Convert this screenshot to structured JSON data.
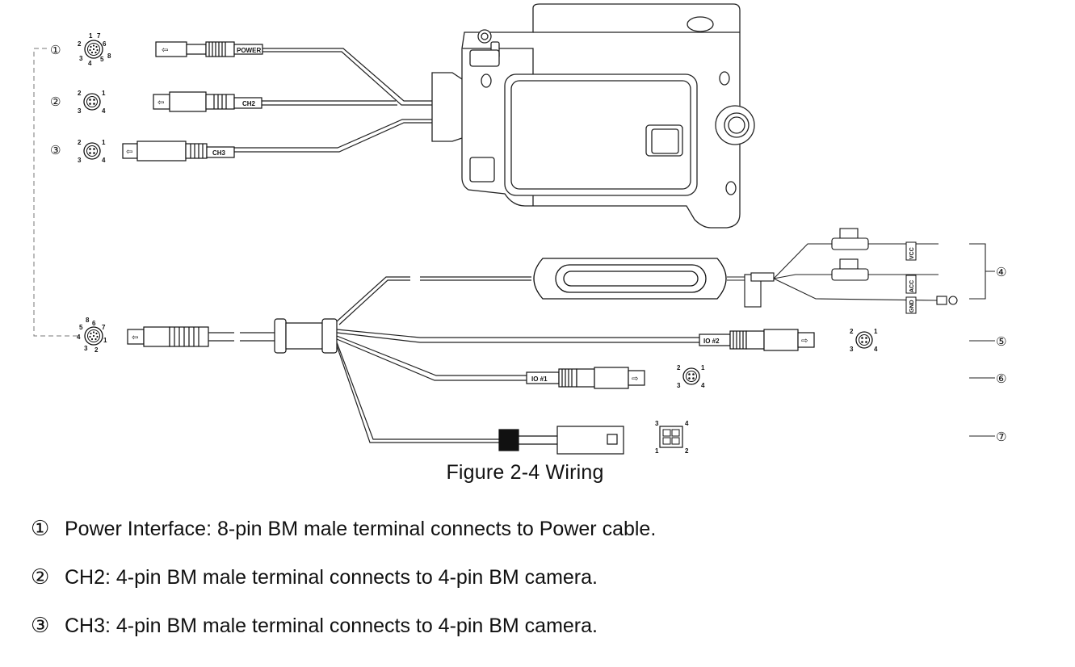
{
  "figure": {
    "caption": "Figure 2-4 Wiring",
    "markers": [
      "①",
      "②",
      "③",
      "④",
      "⑤",
      "⑥",
      "⑦"
    ]
  },
  "labels": {
    "power": "POWER",
    "ch2": "CH2",
    "ch3": "CH3",
    "io2": "IO #2",
    "io1": "IO #1",
    "vcc": "VCC",
    "acc": "ACC",
    "gnd": "GND"
  },
  "pins": {
    "p8": [
      "1",
      "2",
      "3",
      "4",
      "5",
      "6",
      "7",
      "8"
    ],
    "p4": [
      "1",
      "2",
      "3",
      "4"
    ]
  },
  "descriptions": [
    {
      "num": "①",
      "text": "Power Interface: 8-pin BM male terminal connects to Power cable."
    },
    {
      "num": "②",
      "text": "CH2: 4-pin BM male terminal connects to 4-pin BM camera."
    },
    {
      "num": "③",
      "text": "CH3: 4-pin BM male terminal connects to 4-pin BM camera."
    }
  ]
}
